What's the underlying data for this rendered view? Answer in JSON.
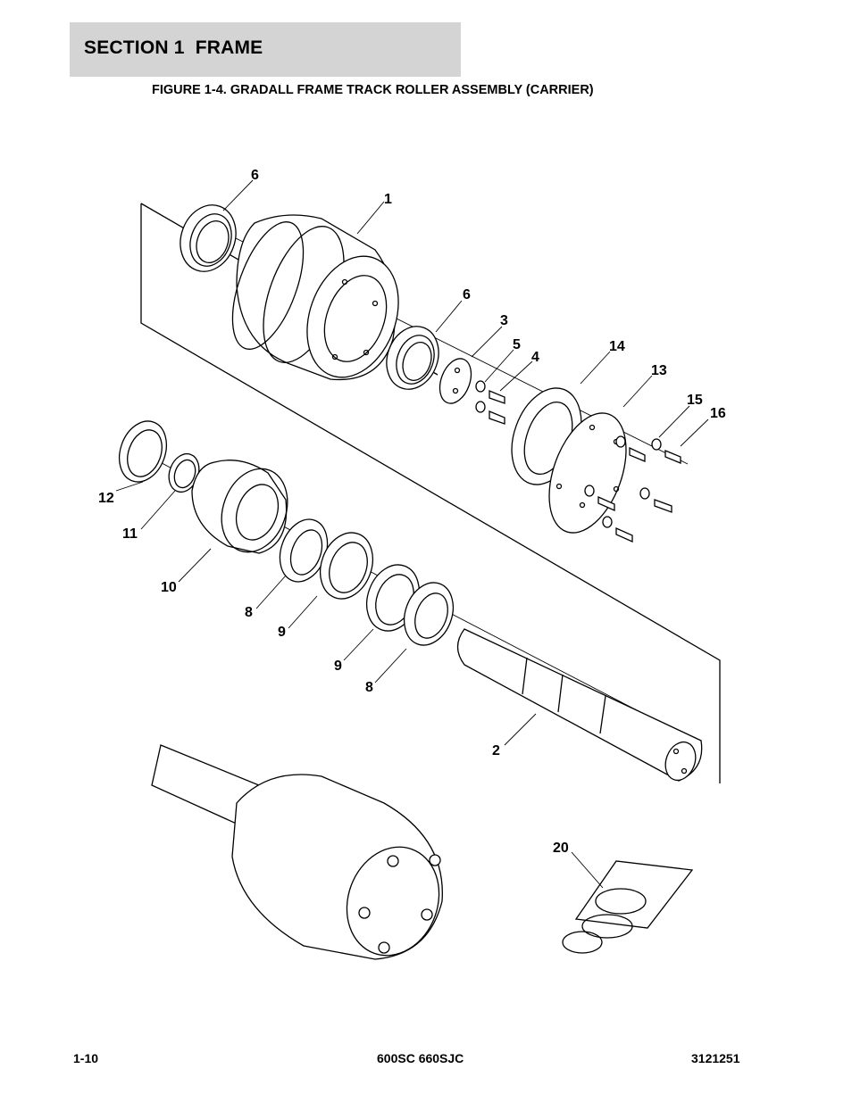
{
  "header": {
    "section": "SECTION 1  FRAME"
  },
  "figure": {
    "title": "FIGURE 1-4. GRADALL FRAME TRACK ROLLER ASSEMBLY (CARRIER)"
  },
  "callouts": {
    "c6a": "6",
    "c1": "1",
    "c6b": "6",
    "c3": "3",
    "c5": "5",
    "c4": "4",
    "c14": "14",
    "c13": "13",
    "c15": "15",
    "c16": "16",
    "c12": "12",
    "c11": "11",
    "c10": "10",
    "c8a": "8",
    "c9a": "9",
    "c9b": "9",
    "c8b": "8",
    "c2": "2",
    "c20": "20"
  },
  "footer": {
    "page": "1-10",
    "model": "600SC 660SJC",
    "doc_number": "3121251"
  }
}
